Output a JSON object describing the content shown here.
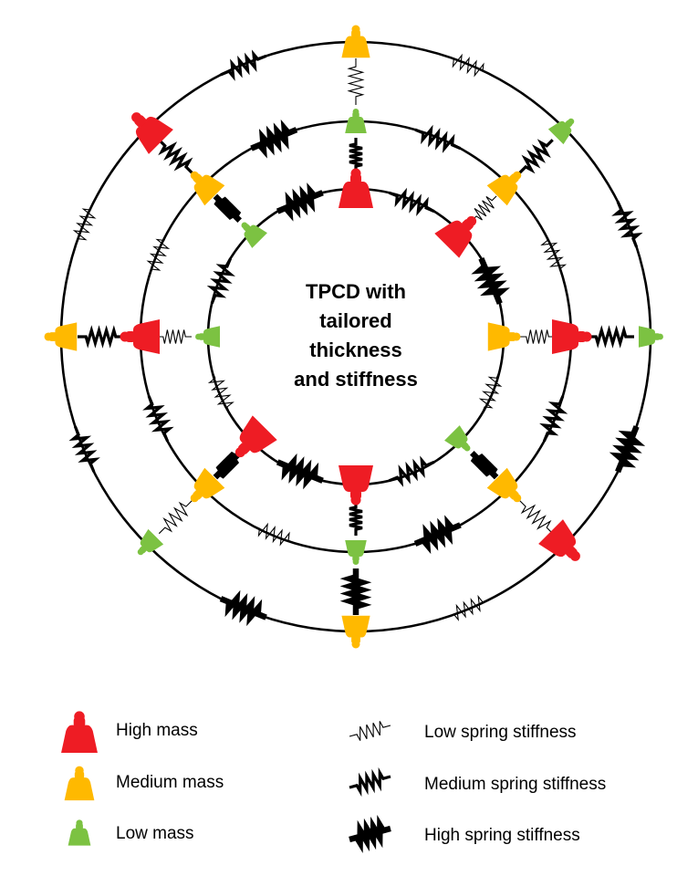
{
  "center_text": [
    "TPCD with",
    "tailored",
    "thickness",
    "and stiffness"
  ],
  "colors": {
    "high_mass": "#ee1c24",
    "medium_mass": "#ffb900",
    "low_mass": "#7cc242",
    "ring": "#000000"
  },
  "legend": {
    "masses": [
      {
        "key": "high",
        "label": "High mass"
      },
      {
        "key": "medium",
        "label": "Medium mass"
      },
      {
        "key": "low",
        "label": "Low mass"
      }
    ],
    "springs": [
      {
        "key": "low",
        "label": "Low spring stiffness"
      },
      {
        "key": "medium",
        "label": "Medium spring stiffness"
      },
      {
        "key": "high",
        "label": "High spring stiffness"
      }
    ]
  },
  "rings": [
    "inner",
    "middle",
    "outer"
  ],
  "spokes": [
    {
      "direction": "up",
      "masses": [
        "high",
        "low",
        "medium"
      ],
      "springs": [
        "medium",
        "low"
      ]
    },
    {
      "direction": "up-right",
      "masses": [
        "high",
        "medium",
        "low"
      ],
      "springs": [
        "low",
        "medium"
      ]
    },
    {
      "direction": "right",
      "masses": [
        "medium",
        "high",
        "low"
      ],
      "springs": [
        "low",
        "medium"
      ]
    },
    {
      "direction": "down-right",
      "masses": [
        "low",
        "medium",
        "high"
      ],
      "springs": [
        "high",
        "low"
      ]
    },
    {
      "direction": "down",
      "masses": [
        "high",
        "low",
        "medium"
      ],
      "springs": [
        "medium",
        "high"
      ]
    },
    {
      "direction": "down-left",
      "masses": [
        "high",
        "medium",
        "low"
      ],
      "springs": [
        "high",
        "low"
      ]
    },
    {
      "direction": "left",
      "masses": [
        "low",
        "high",
        "medium"
      ],
      "springs": [
        "low",
        "medium"
      ]
    },
    {
      "direction": "up-left",
      "masses": [
        "low",
        "medium",
        "high"
      ],
      "springs": [
        "high",
        "medium"
      ]
    }
  ],
  "ring_springs": {
    "inner": [
      "medium",
      "high",
      "low",
      "medium",
      "high",
      "low",
      "medium",
      "high"
    ],
    "middle": [
      "medium",
      "low",
      "medium",
      "high",
      "low",
      "medium",
      "low",
      "high"
    ],
    "outer": [
      "low",
      "medium",
      "high",
      "low",
      "high",
      "medium",
      "low",
      "medium"
    ]
  }
}
